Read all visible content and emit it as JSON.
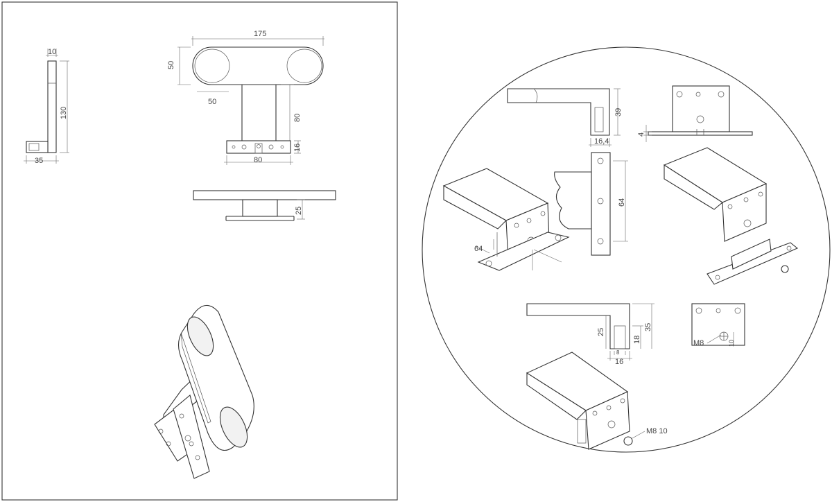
{
  "left_panel": {
    "side_view": {
      "top_width": "10",
      "height": "130",
      "base_width": "35"
    },
    "top_view": {
      "length": "175",
      "width": "50",
      "disc_diameter": "50",
      "stem_length": "80",
      "plate_height": "16",
      "plate_width": "80"
    },
    "front_view": {
      "height": "25"
    }
  },
  "right_panel": {
    "top_left_profile": {
      "height": "39",
      "width": "16,4"
    },
    "plate_thickness": "4",
    "hinge_height": "64",
    "iso_left_width": "64",
    "bottom_profile": {
      "height_left": "25",
      "height_mid": "18",
      "height_total": "35",
      "gap": "8",
      "width": "16"
    },
    "bolt_face": {
      "thread": "M8",
      "offset": "10"
    },
    "screw_label": "M8 10"
  }
}
